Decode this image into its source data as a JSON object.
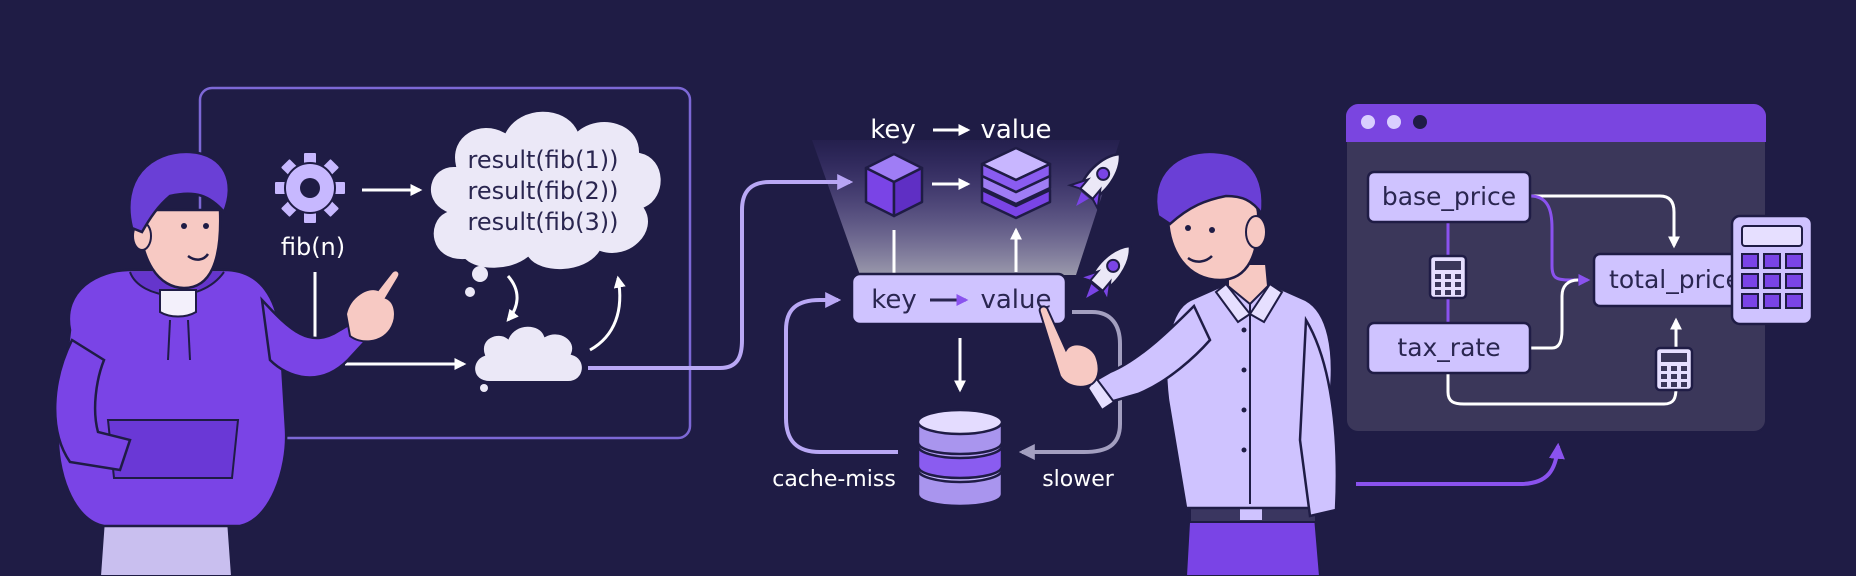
{
  "memo": {
    "function_label": "fib(n)",
    "results": [
      "result(fib(1))",
      "result(fib(2))",
      "result(fib(3))"
    ]
  },
  "cache": {
    "top_key": "key",
    "top_value": "value",
    "box_key": "key",
    "box_value": "value",
    "miss_label": "cache-miss",
    "slow_label": "slower"
  },
  "app_window": {
    "base_label": "base_price",
    "tax_label": "tax_rate",
    "total_label": "total_price"
  },
  "colors": {
    "background": "#1f1c45",
    "accent_purple": "#7b3fe4",
    "light_lavender": "#cfc3ff",
    "panel_dark": "#3e3a5e",
    "window_bar": "#7a45e0"
  },
  "icons": [
    "gear-icon",
    "cube-icon",
    "stack-icon",
    "rocket-icon",
    "database-icon",
    "calculator-icon",
    "person-icon"
  ]
}
